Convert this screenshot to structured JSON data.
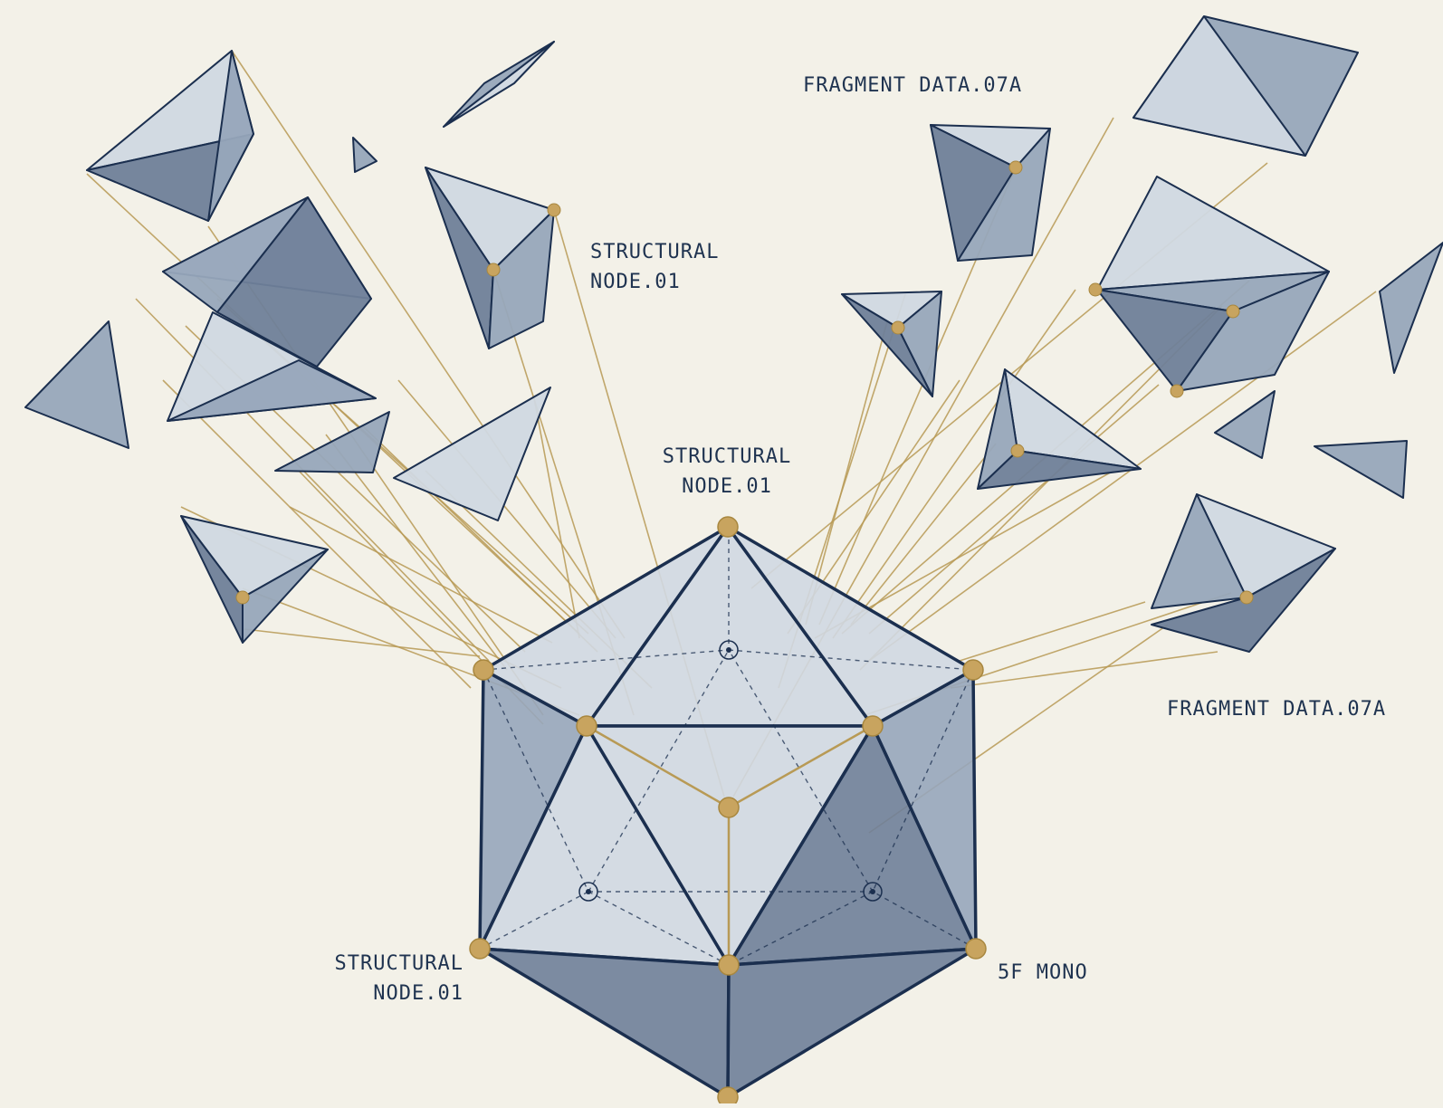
{
  "colors": {
    "background": "#f3f1e8",
    "edge": "#1b2f4f",
    "face_dark": "#6f8099",
    "face_mid": "#97a6bb",
    "face_light": "#d0d8e2",
    "connector": "#b89a55",
    "node": "#c8a45f"
  },
  "labels": {
    "fragment_top": "FRAGMENT DATA.07A",
    "node_upper_l1": "STRUCTURAL",
    "node_upper_l2": "NODE.01",
    "node_apex_l1": "STRUCTURAL",
    "node_apex_l2": "NODE.01",
    "node_lower_l1": "STRUCTURAL",
    "node_lower_l2": "NODE.01",
    "fragment_right": "FRAGMENT DATA.07A",
    "mono_label": "5F MONO"
  }
}
